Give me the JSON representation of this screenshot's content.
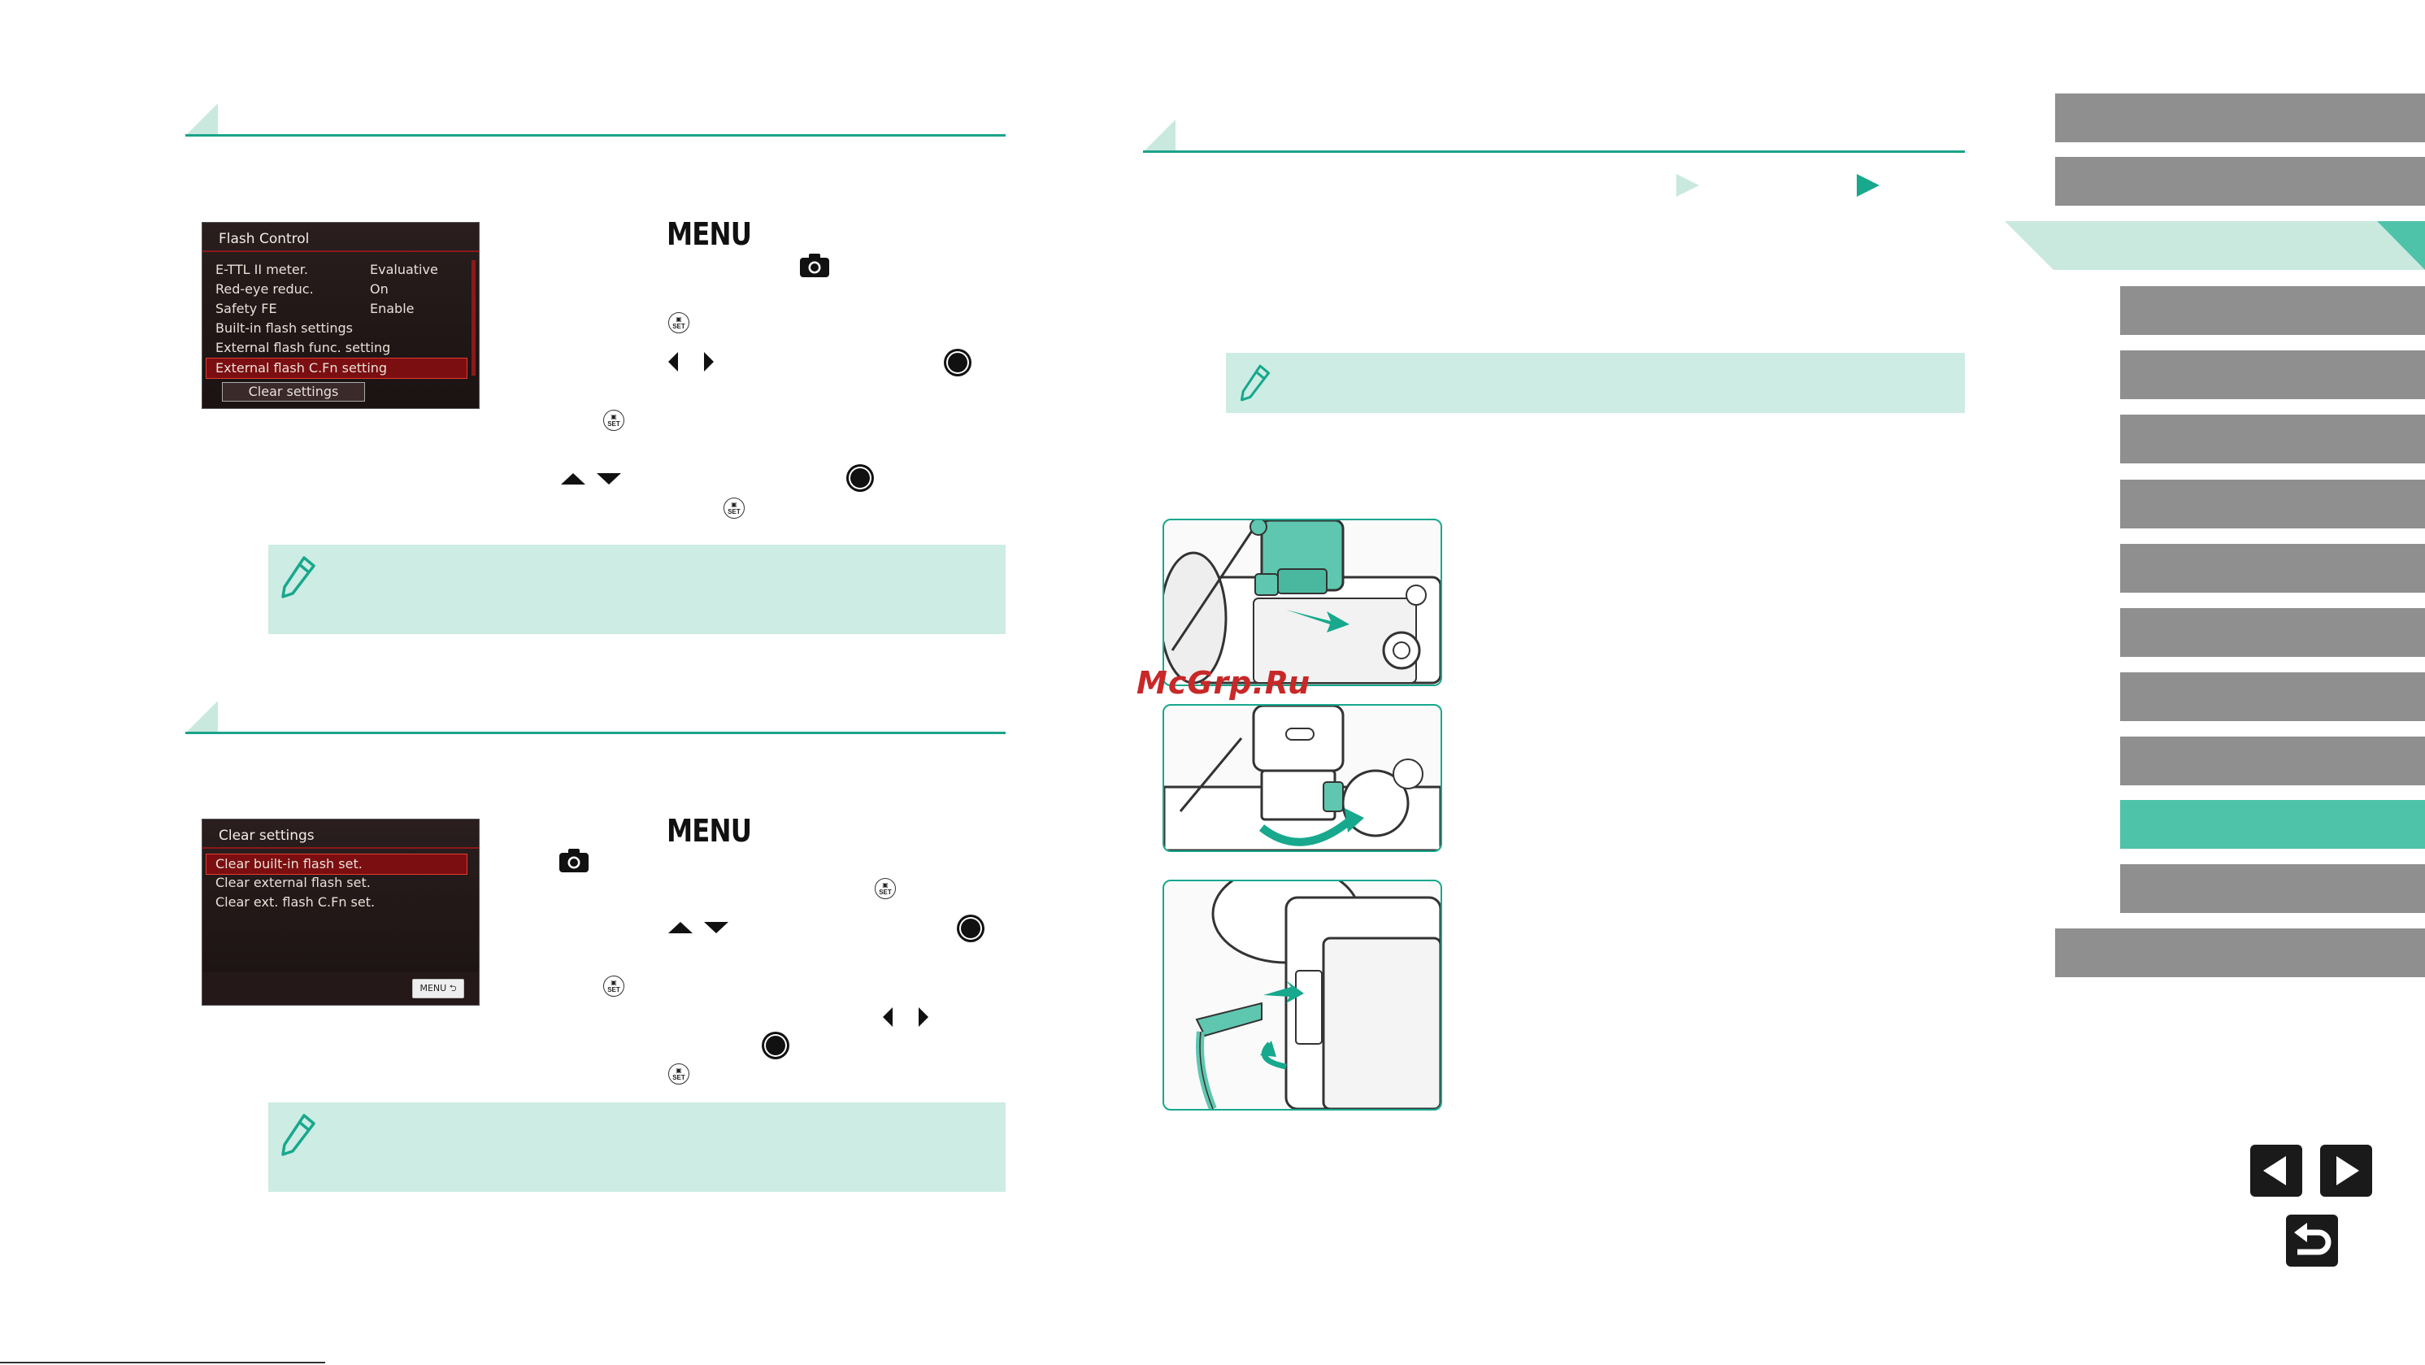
{
  "left_top_screen": {
    "title": "Flash Control",
    "rows": [
      {
        "label": "E-TTL II meter.",
        "value": "Evaluative"
      },
      {
        "label": "Red-eye reduc.",
        "value": "On"
      },
      {
        "label": "Safety FE",
        "value": "Enable"
      },
      {
        "label": "Built-in flash settings",
        "value": ""
      },
      {
        "label": "External flash func. setting",
        "value": ""
      },
      {
        "label": "External flash C.Fn setting",
        "value": ""
      }
    ],
    "selected_index": 5,
    "button": "Clear settings"
  },
  "left_bottom_screen": {
    "title": "Clear settings",
    "rows": [
      {
        "label": "Clear built-in flash set."
      },
      {
        "label": "Clear external flash set."
      },
      {
        "label": "Clear ext. flash C.Fn set."
      }
    ],
    "selected_index": 0,
    "back_label": "MENU"
  },
  "instructions": {
    "menu_word_1": "MENU",
    "menu_word_2": "MENU",
    "set_label": "SET"
  },
  "watermark": "McGrp.Ru",
  "colors": {
    "accent": "#17a88d",
    "note_bg": "#cdece3",
    "nav_gray": "#8f8f8f",
    "nav_active": "#4ec3a9",
    "lcd_select": "#7a0e10"
  },
  "icons": [
    "camera-icon",
    "set-icon",
    "dial-icon",
    "pencil-icon",
    "play-triangle-icon",
    "prev-page-icon",
    "next-page-icon",
    "return-icon"
  ]
}
